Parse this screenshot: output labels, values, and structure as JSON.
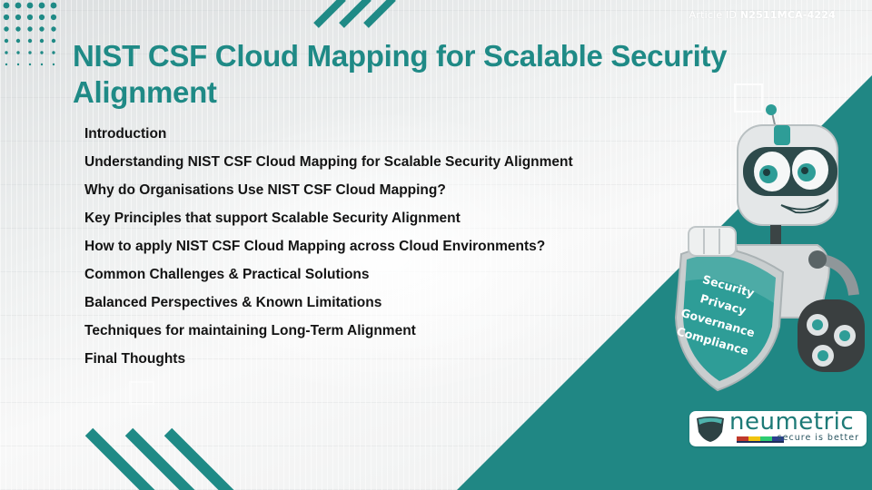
{
  "article": {
    "id_label": "Article ID",
    "id_value": "N2511MCA-4224"
  },
  "title": "NIST CSF Cloud Mapping for Scalable Security Alignment",
  "toc": [
    "Introduction",
    "Understanding NIST CSF Cloud Mapping for Scalable Security Alignment",
    "Why do Organisations Use NIST CSF Cloud Mapping?",
    "Key Principles that support Scalable Security Alignment",
    "How to apply NIST CSF Cloud Mapping across Cloud Environments?",
    "Common Challenges & Practical Solutions",
    "Balanced Perspectives & Known Limitations",
    "Techniques for maintaining Long-Term Alignment",
    "Final Thoughts"
  ],
  "shield_words": [
    "Security",
    "Privacy",
    "Governance",
    "Compliance"
  ],
  "logo": {
    "brand": "neumetric",
    "tagline": "secure is better"
  },
  "colors": {
    "accent": "#1f8a86",
    "teal_panel": "#208784",
    "text": "#141414"
  }
}
